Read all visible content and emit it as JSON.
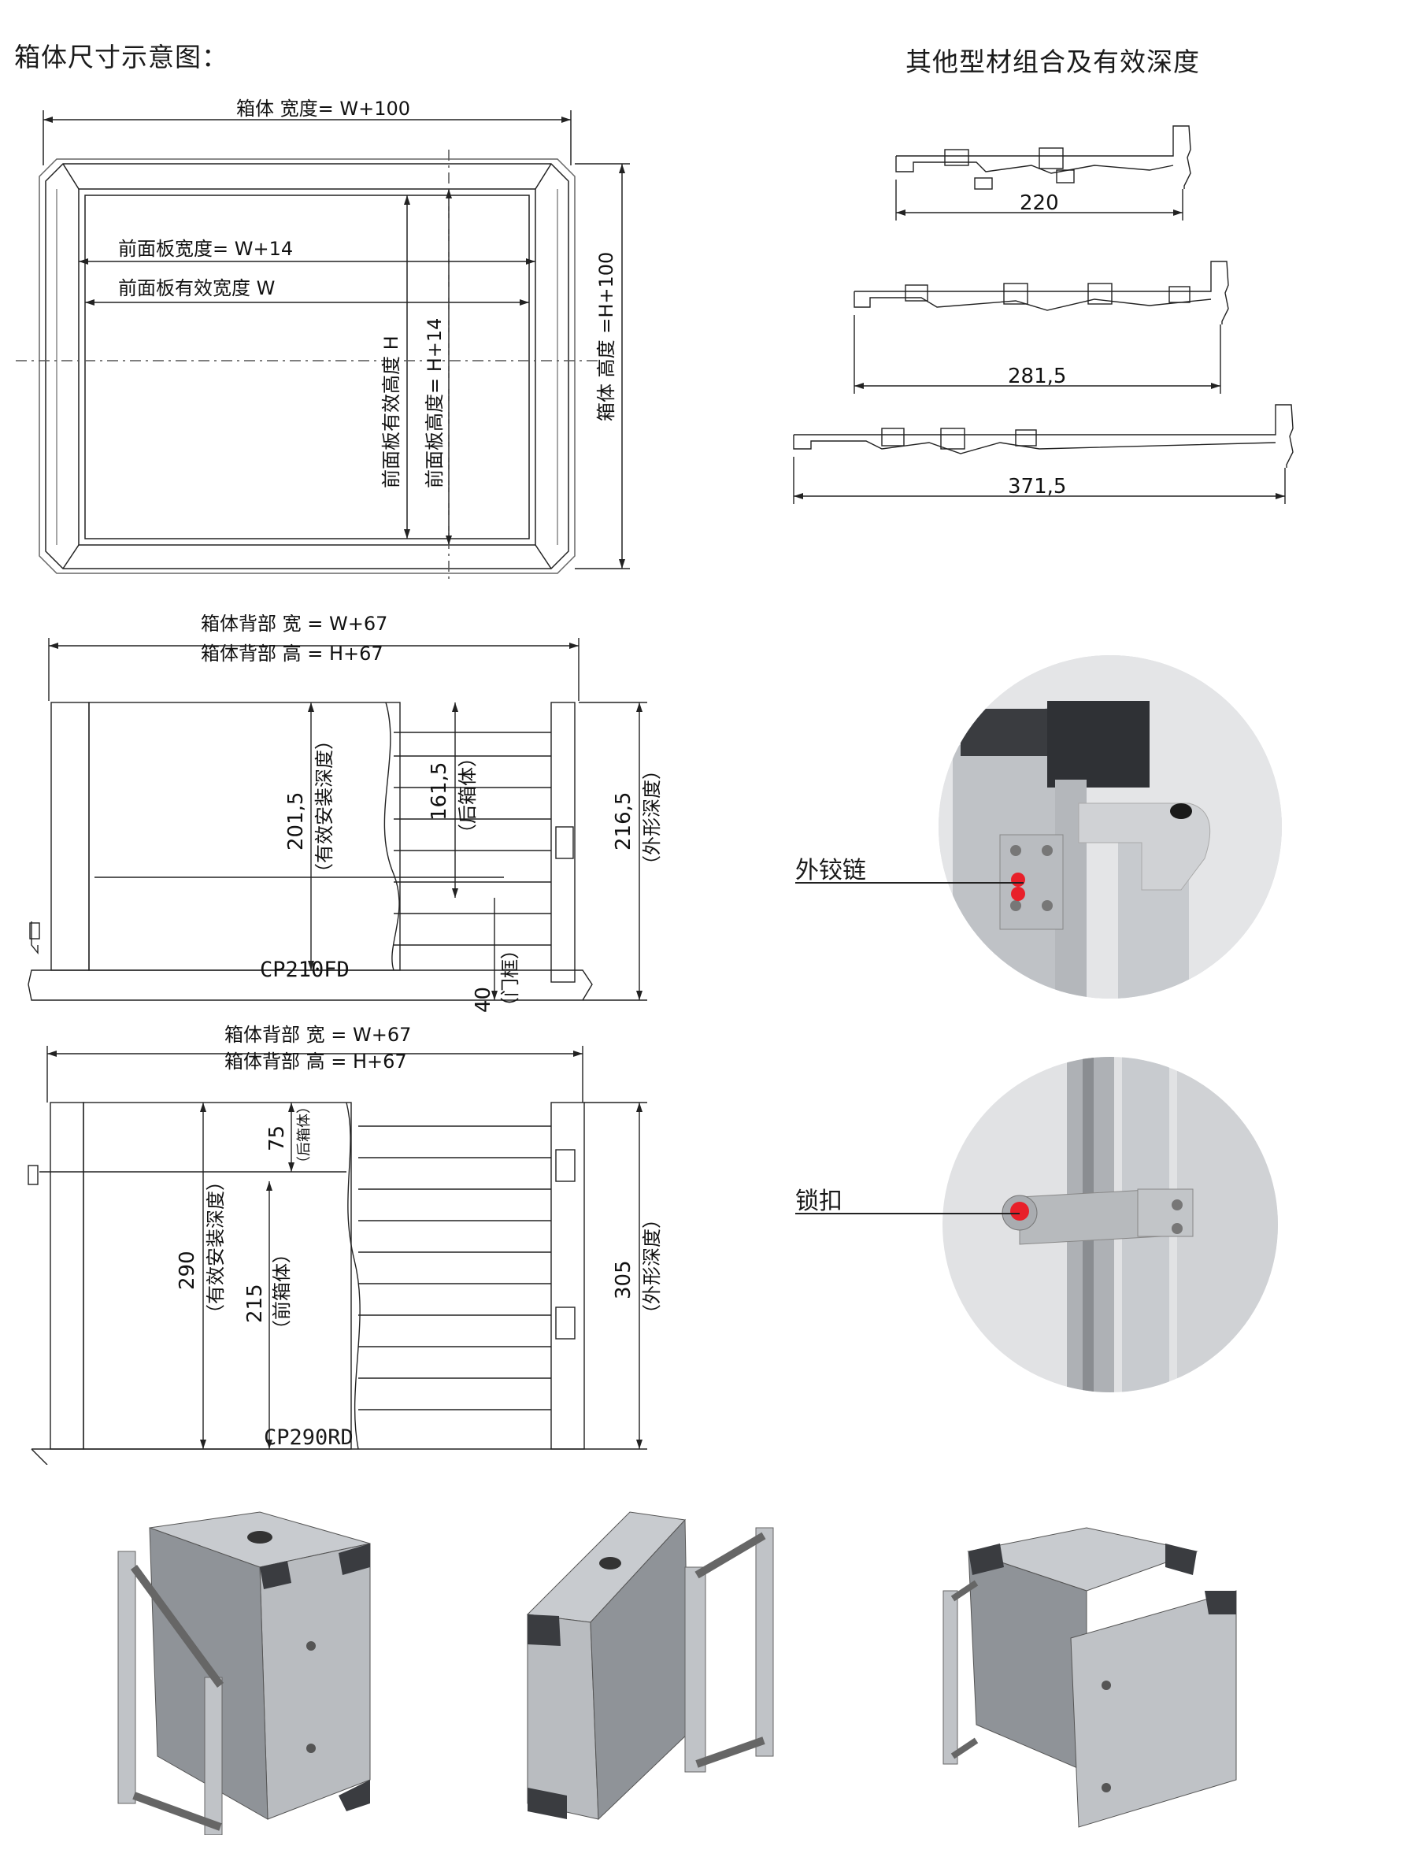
{
  "headers": {
    "left": "箱体尺寸示意图：",
    "right": "其他型材组合及有效深度"
  },
  "front_view": {
    "box_width": "箱体  宽度= W+100",
    "panel_width": "前面板宽度= W+14",
    "panel_eff_width": "前面板有效宽度  W",
    "panel_eff_height": "前面板有效高度  H",
    "panel_height": "前面板高度= H+14",
    "box_height": "箱体  高度  =H+100"
  },
  "profiles": {
    "p1": "220",
    "p2": "281,5",
    "p3": "371,5"
  },
  "cp210": {
    "back_width": "箱体背部    宽 = W+67",
    "back_height": "箱体背部    高 = H+67",
    "eff_depth_val": "201,5",
    "eff_depth_txt": "（有效安装深度）",
    "rear_val": "161,5",
    "rear_txt": "（后箱体）",
    "outer_val": "216,5",
    "outer_txt": "（外形深度）",
    "door_val": "40",
    "door_txt": "（门框）",
    "model": "CP210FD"
  },
  "cp290": {
    "back_width": "箱体背部    宽 = W+67",
    "back_height": "箱体背部    高 = H+67",
    "eff_val": "290",
    "eff_txt": "（有效安装深度）",
    "rear_val": "75",
    "rear_txt": "（后箱体）",
    "front_val": "215",
    "front_txt": "（前箱体）",
    "outer_val": "305",
    "outer_txt": "（外形深度）",
    "model": "CP290RD"
  },
  "callouts": {
    "hinge": "外铰链",
    "lock": "锁扣"
  },
  "colors": {
    "line": "#222222",
    "aluminum": "#c9ccd0",
    "dark_corner": "#3a3c40",
    "red_marker": "#e8202a"
  }
}
